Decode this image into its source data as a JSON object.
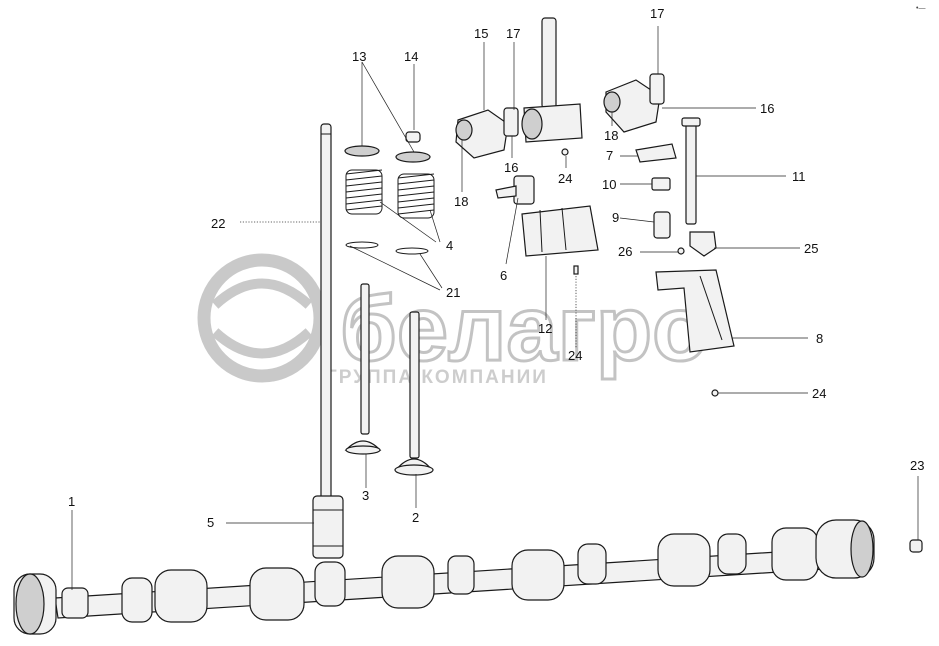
{
  "corner_mark": "•—",
  "watermark": {
    "brand": "белагро",
    "subtitle": "ГРУППА КОМПАНИИ"
  },
  "callouts": [
    {
      "id": "c1",
      "label": "1"
    },
    {
      "id": "c2",
      "label": "2"
    },
    {
      "id": "c3",
      "label": "3"
    },
    {
      "id": "c4",
      "label": "4"
    },
    {
      "id": "c5",
      "label": "5"
    },
    {
      "id": "c6",
      "label": "6"
    },
    {
      "id": "c7",
      "label": "7"
    },
    {
      "id": "c8",
      "label": "8"
    },
    {
      "id": "c9",
      "label": "9"
    },
    {
      "id": "c10",
      "label": "10"
    },
    {
      "id": "c11",
      "label": "11"
    },
    {
      "id": "c12",
      "label": "12"
    },
    {
      "id": "c13",
      "label": "13"
    },
    {
      "id": "c14",
      "label": "14"
    },
    {
      "id": "c15",
      "label": "15"
    },
    {
      "id": "c16a",
      "label": "16"
    },
    {
      "id": "c16b",
      "label": "16"
    },
    {
      "id": "c17a",
      "label": "17"
    },
    {
      "id": "c17b",
      "label": "17"
    },
    {
      "id": "c18a",
      "label": "18"
    },
    {
      "id": "c18b",
      "label": "18"
    },
    {
      "id": "c21",
      "label": "21"
    },
    {
      "id": "c22",
      "label": "22"
    },
    {
      "id": "c23",
      "label": "23"
    },
    {
      "id": "c24a",
      "label": "24"
    },
    {
      "id": "c24b",
      "label": "24"
    },
    {
      "id": "c24c",
      "label": "24"
    },
    {
      "id": "c25",
      "label": "25"
    },
    {
      "id": "c26",
      "label": "26"
    }
  ]
}
